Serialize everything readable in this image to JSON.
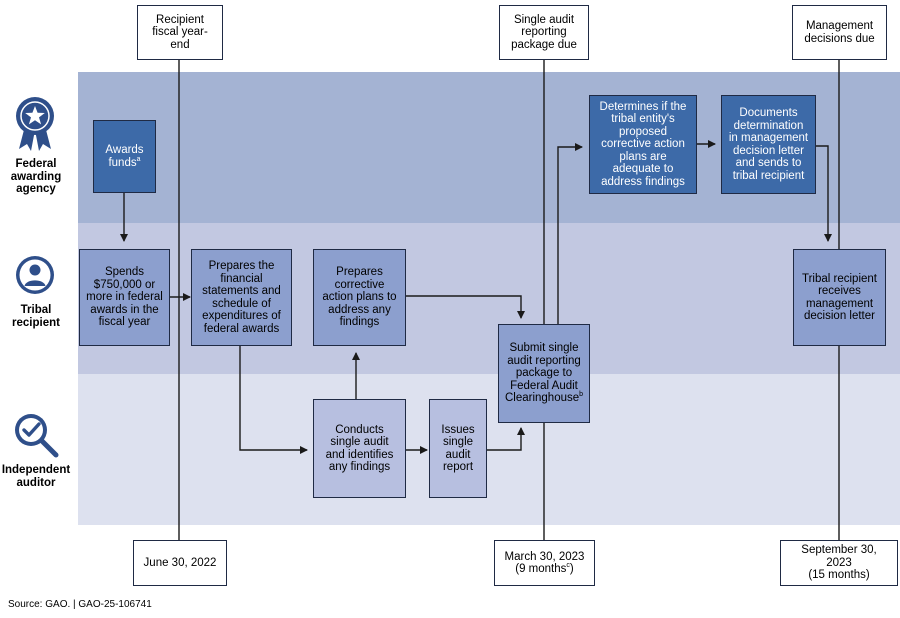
{
  "lanes": [
    {
      "label": "Federal awarding agency",
      "icon": "ribbon-star-icon",
      "color": "#a4b3d3"
    },
    {
      "label": "Tribal recipient",
      "icon": "person-icon",
      "color": "#c2c8e1"
    },
    {
      "label": "Independent auditor",
      "icon": "magnifier-check-icon",
      "color": "#dde1ef"
    }
  ],
  "timeline": {
    "fiscal_year_end": {
      "top": "Recipient fiscal year-end",
      "bottom": "June 30, 2022"
    },
    "package_due": {
      "top": "Single audit reporting package due",
      "bottom": "March 30, 2023",
      "bottom_note": "(9 months",
      "bottom_note_sup": "c",
      "bottom_note_end": ")"
    },
    "decisions_due": {
      "top": "Management decisions due",
      "bottom": "September 30, 2023",
      "bottom_note": "(15 months)"
    }
  },
  "steps": {
    "awards_funds": {
      "text": "Awards funds",
      "sup": "a"
    },
    "spends": {
      "text": "Spends $750,000 or more in federal awards in the fiscal year"
    },
    "prepares_statements": {
      "text": "Prepares the financial statements and schedule of expenditures of federal awards"
    },
    "prepares_cap": {
      "text": "Prepares corrective action plans to address any findings"
    },
    "conducts_audit": {
      "text": "Conducts single audit and identifies any findings"
    },
    "issues_report": {
      "text": "Issues single audit report"
    },
    "submit_package": {
      "text": "Submit single audit reporting package to Federal Audit Clearinghouse",
      "sup": "b"
    },
    "determines": {
      "text": "Determines if the tribal entity's proposed corrective action plans are adequate to address findings"
    },
    "documents": {
      "text": "Documents determination in management decision letter and sends to tribal recipient"
    },
    "receives_letter": {
      "text": "Tribal recipient receives management decision letter"
    }
  },
  "source": "Source: GAO.  |  GAO-25-106741"
}
